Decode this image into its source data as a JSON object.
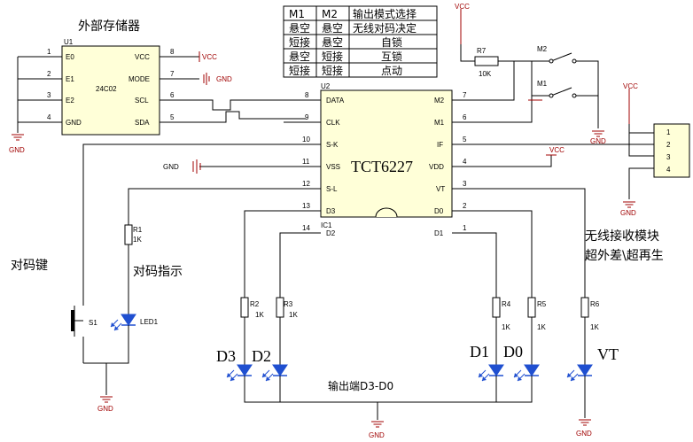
{
  "ext_storage": {
    "title": "外部存储器",
    "ref": "U1",
    "part": "24C02",
    "left_pins": [
      {
        "num": "1",
        "name": "E0"
      },
      {
        "num": "2",
        "name": "E1"
      },
      {
        "num": "3",
        "name": "E2"
      },
      {
        "num": "4",
        "name": "GND"
      }
    ],
    "right_pins": [
      {
        "num": "8",
        "name": "VCC"
      },
      {
        "num": "7",
        "name": "MODE"
      },
      {
        "num": "6",
        "name": "SCL"
      },
      {
        "num": "5",
        "name": "SDA"
      }
    ]
  },
  "main_ic": {
    "ref": "U2",
    "ref2": "IC1",
    "part": "TCT6227",
    "left_pins": [
      {
        "num": "8",
        "name": "DATA"
      },
      {
        "num": "9",
        "name": "CLK"
      },
      {
        "num": "10",
        "name": "S-K"
      },
      {
        "num": "11",
        "name": "VSS"
      },
      {
        "num": "12",
        "name": "S-L"
      },
      {
        "num": "13",
        "name": "D3"
      },
      {
        "num": "14",
        "name": "D2"
      }
    ],
    "right_pins": [
      {
        "num": "7",
        "name": "M2"
      },
      {
        "num": "6",
        "name": "M1"
      },
      {
        "num": "5",
        "name": "IF"
      },
      {
        "num": "4",
        "name": "VDD"
      },
      {
        "num": "3",
        "name": "VT"
      },
      {
        "num": "2",
        "name": "D0"
      },
      {
        "num": "1",
        "name": "D1"
      }
    ]
  },
  "mode_table": {
    "headers": [
      "M1",
      "M2",
      "输出模式选择"
    ],
    "rows": [
      [
        "悬空",
        "悬空",
        "无线对码决定"
      ],
      [
        "短接",
        "悬空",
        "自锁"
      ],
      [
        "悬空",
        "短接",
        "互锁"
      ],
      [
        "短接",
        "短接",
        "点动"
      ]
    ]
  },
  "labels": {
    "vcc": "VCC",
    "gnd": "GND",
    "r7": "R7",
    "r7_value": "10K",
    "m2": "M2",
    "m1": "M1",
    "connector_pins": [
      "1",
      "2",
      "3",
      "4"
    ],
    "rf_module_line1": "无线接收模块",
    "rf_module_line2": "超外差\\超再生",
    "pair_key": "对码键",
    "pair_indicator": "对码指示",
    "s1": "S1",
    "led1": "LED1",
    "r1": "R1",
    "r1_value": "1K",
    "r2": "R2",
    "r2_value": "1K",
    "r3": "R3",
    "r3_value": "1K",
    "r4": "R4",
    "r4_value": "1K",
    "r5": "R5",
    "r5_value": "1K",
    "r6": "R6",
    "r6_value": "1K",
    "d3": "D3",
    "d2": "D2",
    "d1": "D1",
    "d0": "D0",
    "vt": "VT",
    "output": "输出端D3-D0"
  }
}
